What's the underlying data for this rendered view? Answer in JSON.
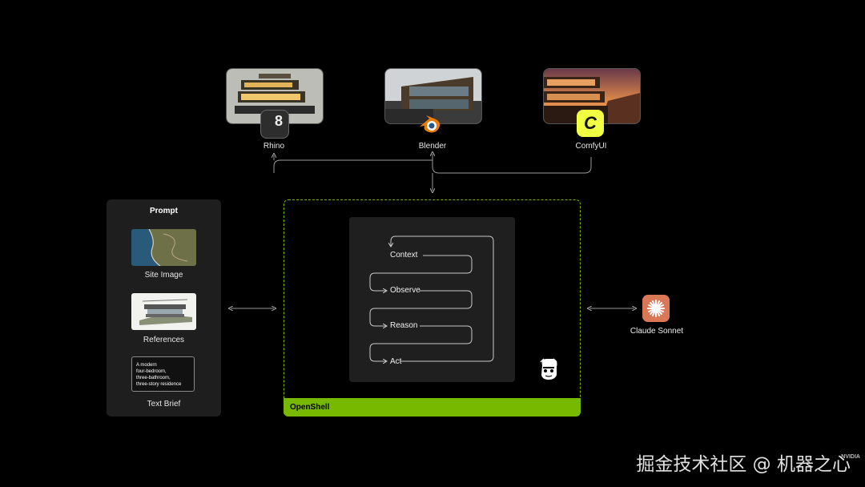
{
  "tools": [
    {
      "name": "Rhino",
      "logo_glyph": "8",
      "logo_color": "#2d2d2d"
    },
    {
      "name": "Blender",
      "logo_glyph": "",
      "logo_color": "#e87d0d"
    },
    {
      "name": "ComfyUI",
      "logo_glyph": "C",
      "logo_color": "#f0ff41"
    }
  ],
  "prompt": {
    "title": "Prompt",
    "site_image_label": "Site Image",
    "references_label": "References",
    "brief_lines": [
      "A modern",
      "four-bedroom,",
      "three-bathroom,",
      "three-story residence"
    ],
    "text_brief_label": "Text Brief"
  },
  "openshell": {
    "label": "OpenShell",
    "accent": "#76b900",
    "steps": [
      "Context",
      "Observe",
      "Reason",
      "Act"
    ]
  },
  "model": {
    "name": "Claude Sonnet",
    "icon": "claude-sparkle-icon",
    "color": "#d97757"
  },
  "watermark": "掘金技术社区 @ 机器之心",
  "corner_logo": "NVIDIA"
}
